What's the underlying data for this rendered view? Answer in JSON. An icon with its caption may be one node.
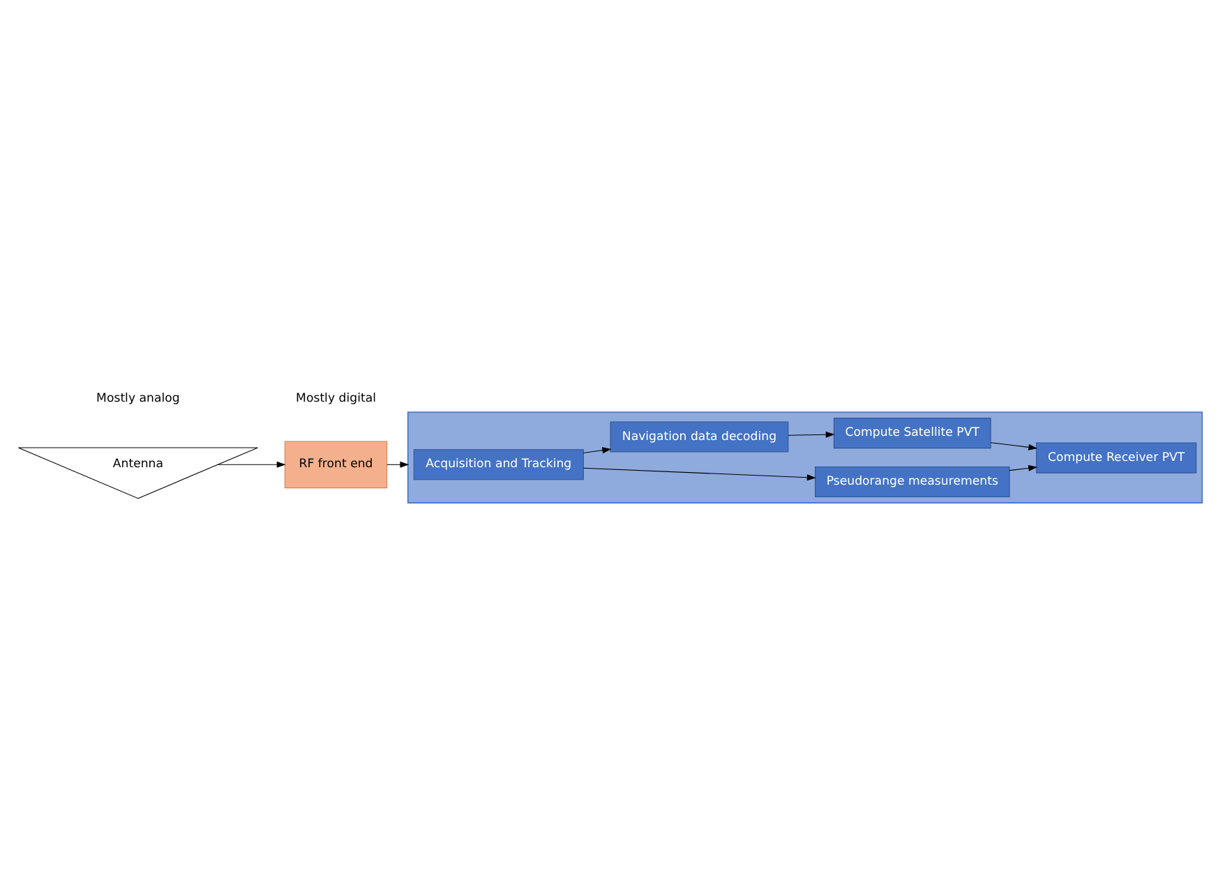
{
  "diagram": {
    "nodes": [
      {
        "text": [
          "Antenna"
        ]
      },
      {
        "text": [
          "RF front end"
        ]
      },
      {
        "text": [],
        "shape": "box"
      },
      {
        "text": [
          "Acquisition and Tracking"
        ],
        "in": 2
      },
      {
        "text": [
          "Pseudorange measurements"
        ],
        "in": 2
      },
      {
        "text": [
          "Navigation data decoding"
        ],
        "in": 2
      },
      {
        "text": [
          "Compute Receiver PVT"
        ],
        "in": 2
      },
      {
        "text": [
          "Compute Satellite PVT"
        ],
        "in": 2
      }
    ],
    "edges": [
      {
        "from": 0,
        "to": 1,
        "arrow": "to"
      },
      {
        "from": 1,
        "to": 2,
        "arrow": "to"
      },
      {
        "from": 3,
        "to": 4,
        "arrow": "to"
      },
      {
        "from": 3,
        "to": 5,
        "arrow": "to"
      },
      {
        "from": 4,
        "to": 6,
        "arrow": "to"
      },
      {
        "from": 5,
        "to": 7,
        "arrow": "to"
      },
      {
        "from": 7,
        "to": 6,
        "arrow": "to"
      }
    ],
    "labels": [
      "Mostly analog",
      "Mostly digital"
    ]
  }
}
